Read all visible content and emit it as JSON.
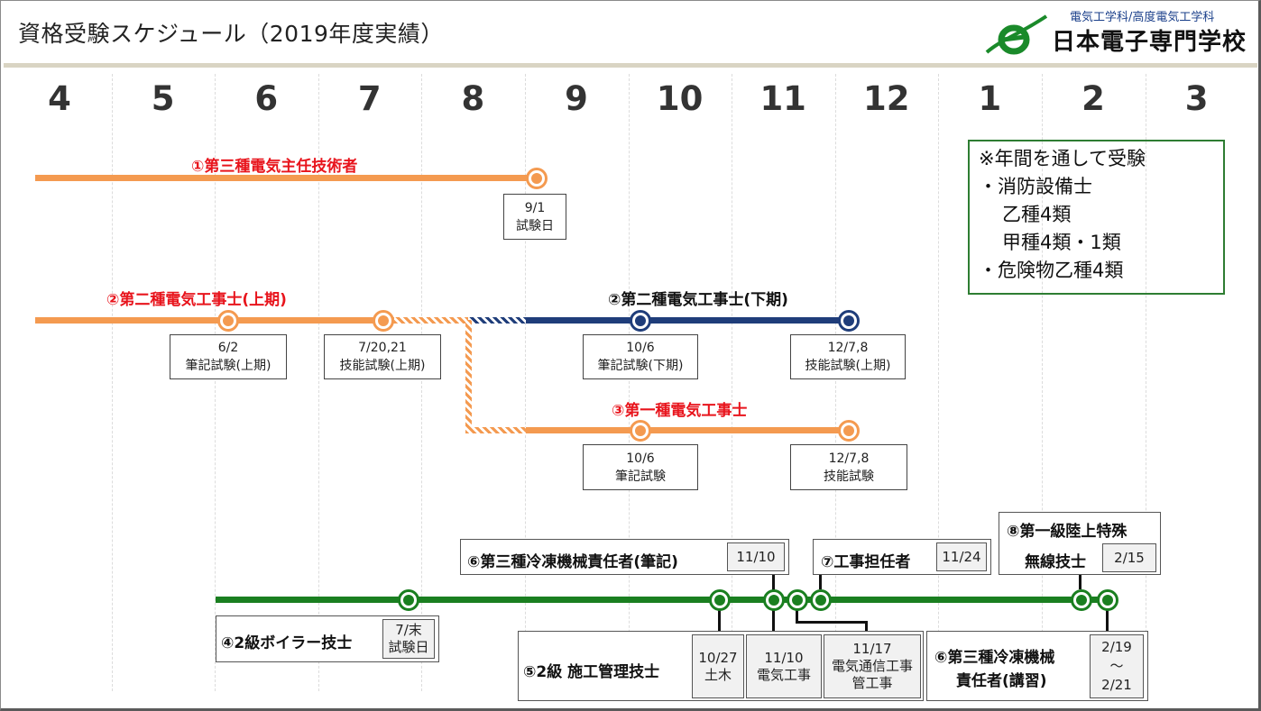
{
  "header": {
    "title": "資格受験スケジュール（2019年度実績）",
    "department": "電気工学科/高度電気工学科",
    "school_name": "日本電子専門学校"
  },
  "months": [
    "4",
    "5",
    "6",
    "7",
    "8",
    "9",
    "10",
    "11",
    "12",
    "1",
    "2",
    "3"
  ],
  "colors": {
    "orange": "#f49a50",
    "navy": "#1f3d7a",
    "green": "#1a7f20",
    "red": "#e8141c",
    "note_border": "#2e7d32"
  },
  "qualifications": {
    "q1": {
      "title": "①第三種電気主任技術者",
      "exam_date": "9/1",
      "exam_label": "試験日"
    },
    "q2_first": {
      "title": "②第二種電気工事士(上期)",
      "written": {
        "date": "6/2",
        "label": "筆記試験(上期)"
      },
      "skill": {
        "date": "7/20,21",
        "label": "技能試験(上期)"
      }
    },
    "q2_second": {
      "title": "②第二種電気工事士(下期)",
      "written": {
        "date": "10/6",
        "label": "筆記試験(下期)"
      },
      "skill": {
        "date": "12/7,8",
        "label": "技能試験(上期)"
      }
    },
    "q3": {
      "title": "③第一種電気工事士",
      "written": {
        "date": "10/6",
        "label": "筆記試験"
      },
      "skill": {
        "date": "12/7,8",
        "label": "技能試験"
      }
    },
    "q4": {
      "title": "④2級ボイラー技士",
      "date": "7/末",
      "label": "試験日"
    },
    "q5": {
      "title": "⑤2級 施工管理技士",
      "items": [
        {
          "date": "10/27",
          "label": "土木"
        },
        {
          "date": "11/10",
          "label": "電気工事"
        },
        {
          "date": "11/17",
          "label": "電気通信工事",
          "label2": "管工事"
        }
      ]
    },
    "q6_written": {
      "title": "⑥第三種冷凍機械責任者(筆記)",
      "date": "11/10"
    },
    "q6_course": {
      "title_line1": "⑥第三種冷凍機械",
      "title_line2": "責任者(講習)",
      "date_from": "2/19",
      "tilde": "～",
      "date_to": "2/21"
    },
    "q7": {
      "title": "⑦工事担任者",
      "date": "11/24"
    },
    "q8": {
      "title_line1": "⑧第一級陸上特殊",
      "title_line2": "無線技士",
      "date": "2/15"
    }
  },
  "note": {
    "heading": "※年間を通して受験",
    "lines": [
      "・消防設備士",
      "乙種4類",
      "甲種4類・1類",
      "・危険物乙種4類"
    ]
  }
}
